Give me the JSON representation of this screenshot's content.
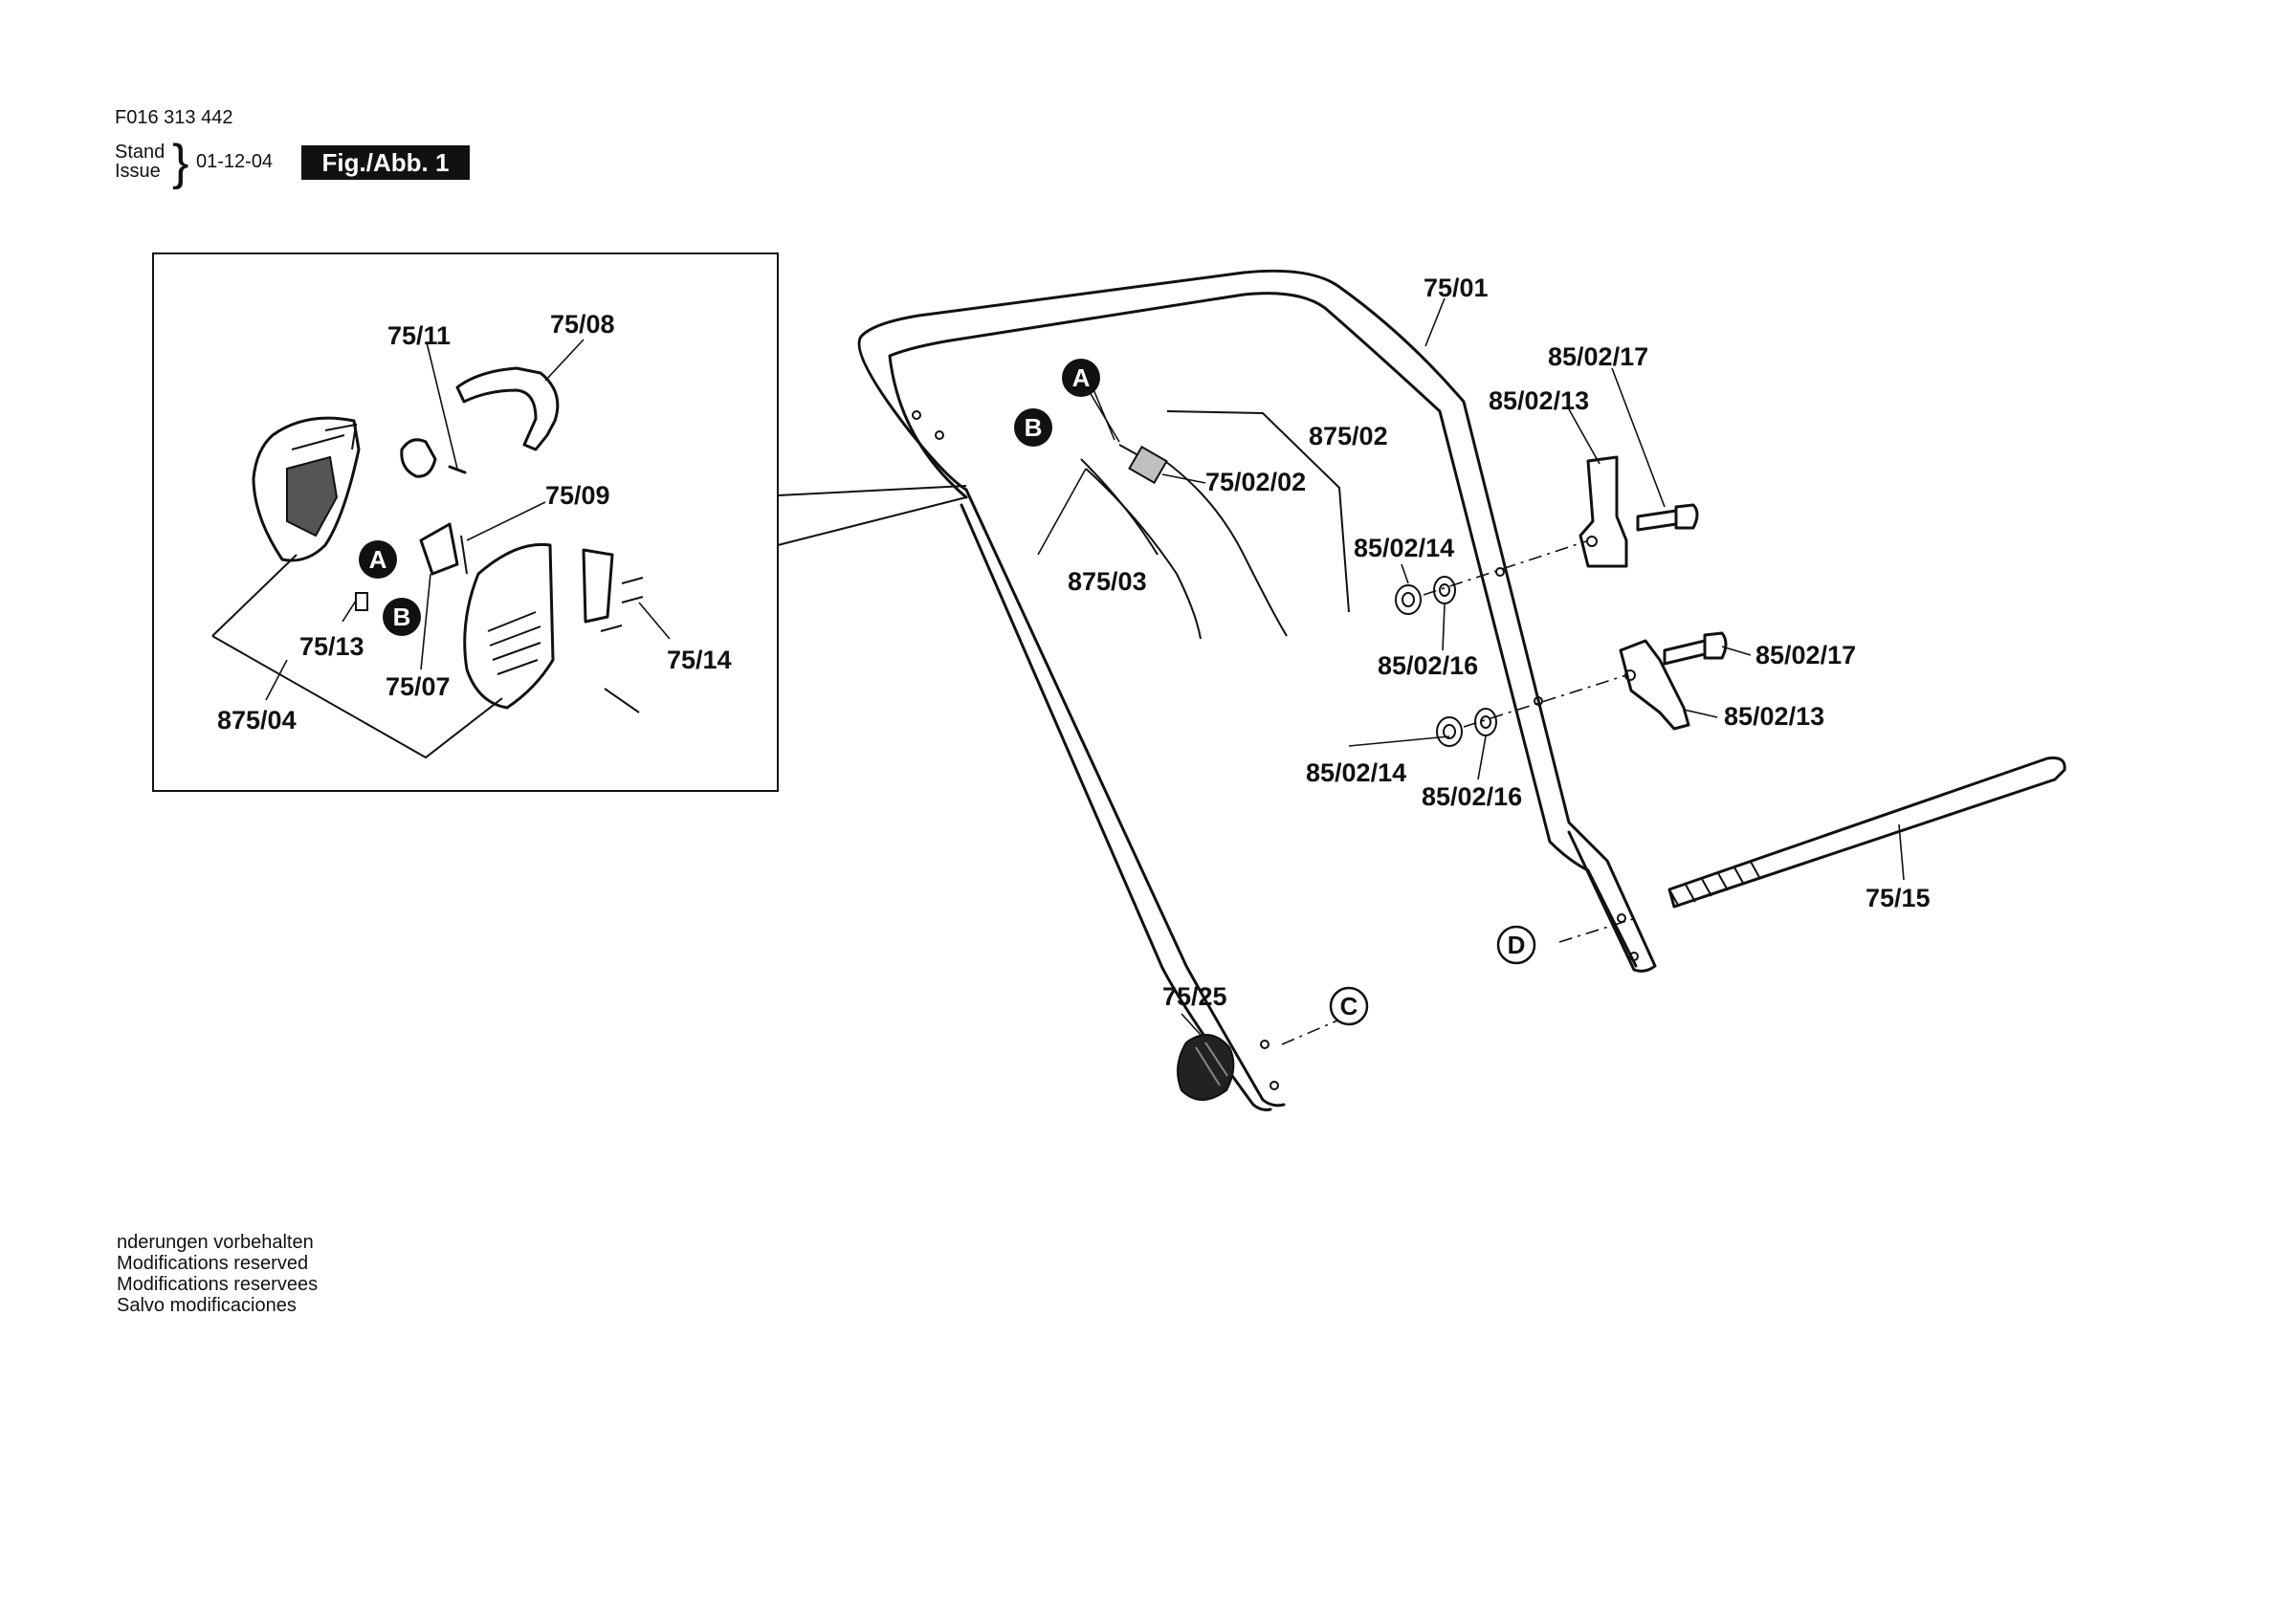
{
  "header": {
    "doc_number": "F016 313 442",
    "stand": "Stand",
    "issue": "Issue",
    "date": "01-12-04",
    "figure": "Fig./Abb. 1"
  },
  "footer": {
    "lines": [
      "nderungen vorbehalten",
      "Modifications reserved",
      "Modifications reservees",
      "Salvo modificaciones"
    ]
  },
  "callouts": {
    "A": "A",
    "B": "B",
    "C": "C",
    "D": "D"
  },
  "parts": {
    "p75_01": "75/01",
    "p75_07": "75/07",
    "p75_08": "75/08",
    "p75_09": "75/09",
    "p75_11": "75/11",
    "p75_13": "75/13",
    "p75_14": "75/14",
    "p75_15": "75/15",
    "p75_25": "75/25",
    "p75_02_02": "75/02/02",
    "p875_02": "875/02",
    "p875_03": "875/03",
    "p875_04": "875/04",
    "p85_02_13": "85/02/13",
    "p85_02_14": "85/02/14",
    "p85_02_16": "85/02/16",
    "p85_02_17": "85/02/17"
  }
}
